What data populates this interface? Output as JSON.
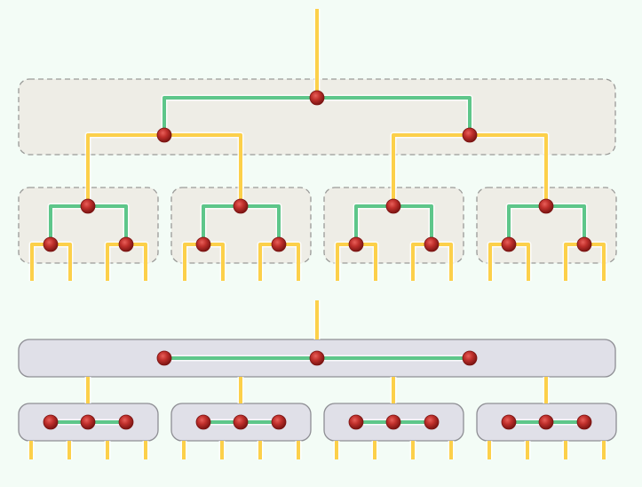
{
  "colors": {
    "background": "#f3fcf6",
    "tree_group_fill": "#eeede6",
    "tree_group_stroke": "#9a9a98",
    "flat_group_fill": "#e0e0e8",
    "flat_group_stroke": "#8e8e94",
    "edge_yellow": "#fcd04a",
    "edge_green": "#5ec68a",
    "edge_highlight": "#ffffff",
    "node_fill": "#c0302c",
    "node_dark": "#7a1412"
  },
  "diagrams": [
    {
      "name": "hierarchical-tree",
      "style": "tree",
      "levels": 3,
      "groups": [
        {
          "name": "root-group",
          "nodes": 3,
          "border": "dashed"
        },
        {
          "name": "leaf-group-1",
          "nodes": 3,
          "border": "dashed"
        },
        {
          "name": "leaf-group-2",
          "nodes": 3,
          "border": "dashed"
        },
        {
          "name": "leaf-group-3",
          "nodes": 3,
          "border": "dashed"
        },
        {
          "name": "leaf-group-4",
          "nodes": 3,
          "border": "dashed"
        }
      ],
      "outputs": 16
    },
    {
      "name": "flattened-chain",
      "style": "chain",
      "levels": 2,
      "groups": [
        {
          "name": "root-group",
          "nodes": 3,
          "border": "solid"
        },
        {
          "name": "leaf-group-1",
          "nodes": 3,
          "border": "solid"
        },
        {
          "name": "leaf-group-2",
          "nodes": 3,
          "border": "solid"
        },
        {
          "name": "leaf-group-3",
          "nodes": 3,
          "border": "solid"
        },
        {
          "name": "leaf-group-4",
          "nodes": 3,
          "border": "solid"
        }
      ],
      "outputs": 16
    }
  ]
}
